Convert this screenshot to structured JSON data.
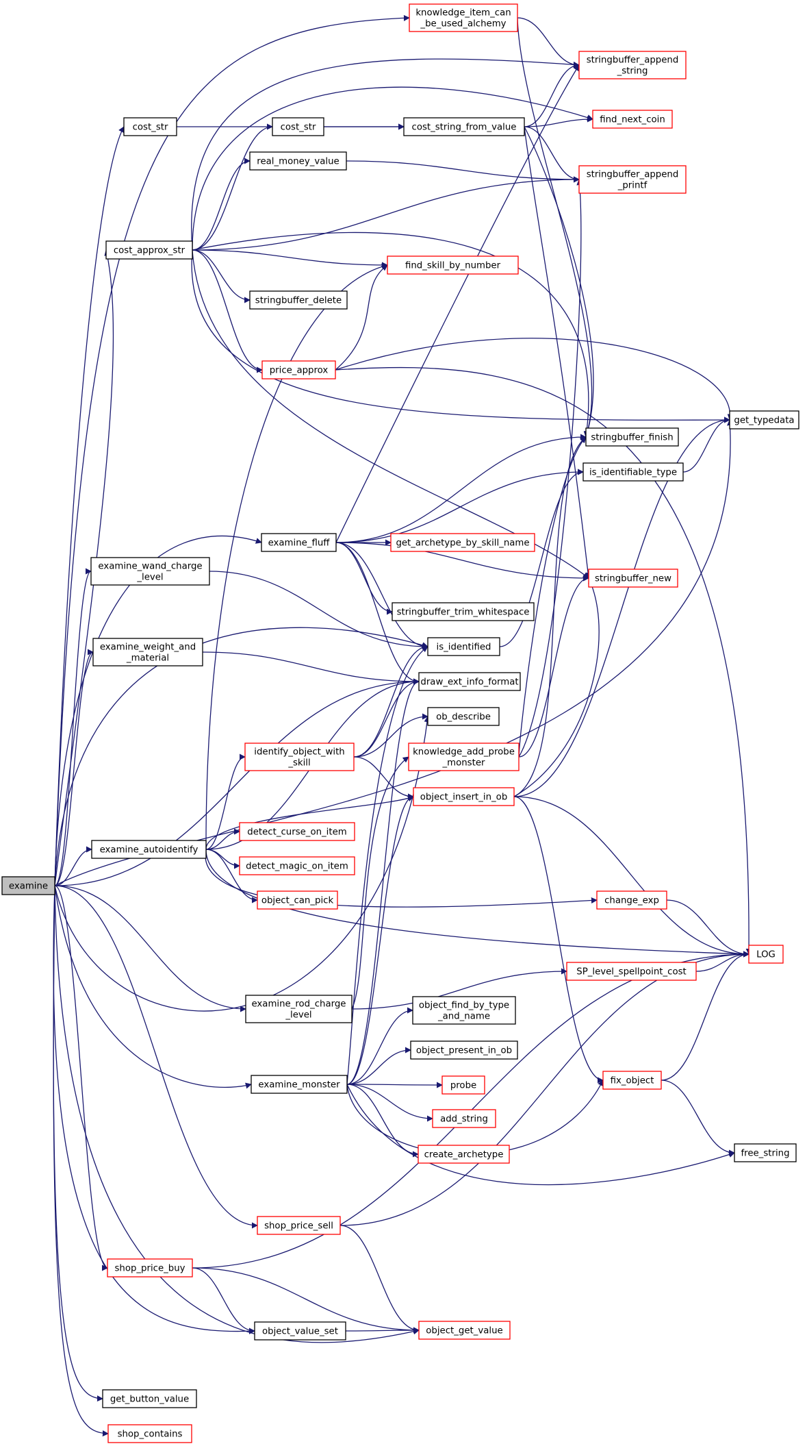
{
  "diagram": {
    "type": "call-graph",
    "nodes": [
      {
        "id": "examine",
        "lines": [
          "examine"
        ],
        "style": "root"
      },
      {
        "id": "knowledge_item",
        "lines": [
          "knowledge_item_can",
          "_be_used_alchemy"
        ],
        "style": "red"
      },
      {
        "id": "sb_append_string",
        "lines": [
          "stringbuffer_append",
          "_string"
        ],
        "style": "red"
      },
      {
        "id": "cost_str1",
        "lines": [
          "cost_str"
        ],
        "style": "black"
      },
      {
        "id": "cost_str2",
        "lines": [
          "cost_str"
        ],
        "style": "black"
      },
      {
        "id": "cost_string_from_value",
        "lines": [
          "cost_string_from_value"
        ],
        "style": "black"
      },
      {
        "id": "find_next_coin",
        "lines": [
          "find_next_coin"
        ],
        "style": "red"
      },
      {
        "id": "real_money_value",
        "lines": [
          "real_money_value"
        ],
        "style": "black"
      },
      {
        "id": "sb_append_printf",
        "lines": [
          "stringbuffer_append",
          "_printf"
        ],
        "style": "red"
      },
      {
        "id": "cost_approx_str",
        "lines": [
          "cost_approx_str"
        ],
        "style": "black"
      },
      {
        "id": "find_skill_by_number",
        "lines": [
          "find_skill_by_number"
        ],
        "style": "red"
      },
      {
        "id": "sb_delete",
        "lines": [
          "stringbuffer_delete"
        ],
        "style": "black"
      },
      {
        "id": "price_approx",
        "lines": [
          "price_approx"
        ],
        "style": "red"
      },
      {
        "id": "get_typedata",
        "lines": [
          "get_typedata"
        ],
        "style": "black"
      },
      {
        "id": "sb_finish",
        "lines": [
          "stringbuffer_finish"
        ],
        "style": "black"
      },
      {
        "id": "is_identifiable_type",
        "lines": [
          "is_identifiable_type"
        ],
        "style": "black"
      },
      {
        "id": "examine_fluff",
        "lines": [
          "examine_fluff"
        ],
        "style": "black"
      },
      {
        "id": "get_arch_by_skill",
        "lines": [
          "get_archetype_by_skill_name"
        ],
        "style": "red"
      },
      {
        "id": "examine_wand",
        "lines": [
          "examine_wand_charge",
          "_level"
        ],
        "style": "black"
      },
      {
        "id": "sb_new",
        "lines": [
          "stringbuffer_new"
        ],
        "style": "red"
      },
      {
        "id": "sb_trim",
        "lines": [
          "stringbuffer_trim_whitespace"
        ],
        "style": "black"
      },
      {
        "id": "is_identified",
        "lines": [
          "is_identified"
        ],
        "style": "black"
      },
      {
        "id": "examine_weight",
        "lines": [
          "examine_weight_and",
          "_material"
        ],
        "style": "black"
      },
      {
        "id": "draw_ext",
        "lines": [
          "draw_ext_info_format"
        ],
        "style": "black"
      },
      {
        "id": "ob_describe",
        "lines": [
          "ob_describe"
        ],
        "style": "black"
      },
      {
        "id": "identify_object",
        "lines": [
          "identify_object_with",
          "_skill"
        ],
        "style": "red"
      },
      {
        "id": "knowledge_add_probe",
        "lines": [
          "knowledge_add_probe",
          "_monster"
        ],
        "style": "red"
      },
      {
        "id": "object_insert_in_ob",
        "lines": [
          "object_insert_in_ob"
        ],
        "style": "red"
      },
      {
        "id": "detect_curse",
        "lines": [
          "detect_curse_on_item"
        ],
        "style": "red"
      },
      {
        "id": "examine_autoidentify",
        "lines": [
          "examine_autoidentify"
        ],
        "style": "black"
      },
      {
        "id": "detect_magic",
        "lines": [
          "detect_magic_on_item"
        ],
        "style": "red"
      },
      {
        "id": "object_can_pick",
        "lines": [
          "object_can_pick"
        ],
        "style": "red"
      },
      {
        "id": "change_exp",
        "lines": [
          "change_exp"
        ],
        "style": "red"
      },
      {
        "id": "LOG",
        "lines": [
          "LOG"
        ],
        "style": "red"
      },
      {
        "id": "sp_level",
        "lines": [
          "SP_level_spellpoint_cost"
        ],
        "style": "red"
      },
      {
        "id": "examine_rod",
        "lines": [
          "examine_rod_charge",
          "_level"
        ],
        "style": "black"
      },
      {
        "id": "object_find_by_type",
        "lines": [
          "object_find_by_type",
          "_and_name"
        ],
        "style": "black"
      },
      {
        "id": "object_present_in_ob",
        "lines": [
          "object_present_in_ob"
        ],
        "style": "black"
      },
      {
        "id": "fix_object",
        "lines": [
          "fix_object"
        ],
        "style": "red"
      },
      {
        "id": "examine_monster",
        "lines": [
          "examine_monster"
        ],
        "style": "black"
      },
      {
        "id": "probe",
        "lines": [
          "probe"
        ],
        "style": "red"
      },
      {
        "id": "add_string",
        "lines": [
          "add_string"
        ],
        "style": "red"
      },
      {
        "id": "free_string",
        "lines": [
          "free_string"
        ],
        "style": "black"
      },
      {
        "id": "create_archetype",
        "lines": [
          "create_archetype"
        ],
        "style": "red"
      },
      {
        "id": "shop_price_sell",
        "lines": [
          "shop_price_sell"
        ],
        "style": "red"
      },
      {
        "id": "shop_price_buy",
        "lines": [
          "shop_price_buy"
        ],
        "style": "red"
      },
      {
        "id": "object_value_set",
        "lines": [
          "object_value_set"
        ],
        "style": "black"
      },
      {
        "id": "object_get_value",
        "lines": [
          "object_get_value"
        ],
        "style": "red"
      },
      {
        "id": "get_button_value",
        "lines": [
          "get_button_value"
        ],
        "style": "black"
      },
      {
        "id": "shop_contains",
        "lines": [
          "shop_contains"
        ],
        "style": "red"
      }
    ],
    "edges": [
      [
        "examine",
        "knowledge_item"
      ],
      [
        "examine",
        "cost_str1"
      ],
      [
        "examine",
        "cost_approx_str"
      ],
      [
        "examine",
        "examine_fluff"
      ],
      [
        "examine",
        "examine_wand"
      ],
      [
        "examine",
        "is_identified"
      ],
      [
        "examine",
        "examine_weight"
      ],
      [
        "examine",
        "draw_ext"
      ],
      [
        "examine",
        "examine_autoidentify"
      ],
      [
        "examine",
        "get_typedata"
      ],
      [
        "examine",
        "examine_rod"
      ],
      [
        "examine",
        "ob_describe"
      ],
      [
        "examine",
        "examine_monster"
      ],
      [
        "examine",
        "shop_price_sell"
      ],
      [
        "examine",
        "shop_price_buy"
      ],
      [
        "examine",
        "object_value_set"
      ],
      [
        "examine",
        "object_get_value"
      ],
      [
        "examine",
        "get_button_value"
      ],
      [
        "examine",
        "shop_contains"
      ],
      [
        "knowledge_item",
        "sb_append_string"
      ],
      [
        "knowledge_item",
        "sb_finish"
      ],
      [
        "cost_str1",
        "cost_string_from_value"
      ],
      [
        "cost_str2",
        "cost_string_from_value"
      ],
      [
        "cost_string_from_value",
        "sb_append_string"
      ],
      [
        "cost_string_from_value",
        "find_next_coin"
      ],
      [
        "cost_string_from_value",
        "sb_append_printf"
      ],
      [
        "cost_string_from_value",
        "sb_finish"
      ],
      [
        "cost_string_from_value",
        "sb_new"
      ],
      [
        "real_money_value",
        "sb_append_printf"
      ],
      [
        "cost_approx_str",
        "sb_append_string"
      ],
      [
        "cost_approx_str",
        "cost_str2"
      ],
      [
        "cost_approx_str",
        "find_next_coin"
      ],
      [
        "cost_approx_str",
        "real_money_value"
      ],
      [
        "cost_approx_str",
        "sb_append_printf"
      ],
      [
        "cost_approx_str",
        "sb_finish"
      ],
      [
        "cost_approx_str",
        "find_skill_by_number"
      ],
      [
        "cost_approx_str",
        "sb_delete"
      ],
      [
        "cost_approx_str",
        "price_approx"
      ],
      [
        "cost_approx_str",
        "get_typedata"
      ],
      [
        "cost_approx_str",
        "sb_new"
      ],
      [
        "price_approx",
        "find_skill_by_number"
      ],
      [
        "price_approx",
        "get_typedata"
      ],
      [
        "price_approx",
        "LOG"
      ],
      [
        "is_identifiable_type",
        "get_typedata"
      ],
      [
        "examine_fluff",
        "sb_append_string"
      ],
      [
        "examine_fluff",
        "sb_finish"
      ],
      [
        "examine_fluff",
        "is_identifiable_type"
      ],
      [
        "examine_fluff",
        "get_arch_by_skill"
      ],
      [
        "examine_fluff",
        "sb_new"
      ],
      [
        "examine_fluff",
        "sb_trim"
      ],
      [
        "examine_fluff",
        "is_identified"
      ],
      [
        "examine_fluff",
        "draw_ext"
      ],
      [
        "examine_wand",
        "is_identified"
      ],
      [
        "is_identified",
        "is_identifiable_type"
      ],
      [
        "examine_weight",
        "draw_ext"
      ],
      [
        "identify_object",
        "is_identified"
      ],
      [
        "identify_object",
        "draw_ext"
      ],
      [
        "identify_object",
        "ob_describe"
      ],
      [
        "identify_object",
        "object_insert_in_ob"
      ],
      [
        "knowledge_add_probe",
        "sb_append_printf"
      ],
      [
        "knowledge_add_probe",
        "sb_finish"
      ],
      [
        "knowledge_add_probe",
        "sb_new"
      ],
      [
        "object_insert_in_ob",
        "sb_finish"
      ],
      [
        "object_insert_in_ob",
        "sb_new"
      ],
      [
        "object_insert_in_ob",
        "get_typedata"
      ],
      [
        "object_insert_in_ob",
        "LOG"
      ],
      [
        "object_insert_in_ob",
        "fix_object"
      ],
      [
        "examine_autoidentify",
        "find_skill_by_number"
      ],
      [
        "examine_autoidentify",
        "draw_ext"
      ],
      [
        "examine_autoidentify",
        "identify_object"
      ],
      [
        "examine_autoidentify",
        "detect_curse"
      ],
      [
        "examine_autoidentify",
        "detect_magic"
      ],
      [
        "examine_autoidentify",
        "object_can_pick"
      ],
      [
        "examine_autoidentify",
        "change_exp"
      ],
      [
        "examine_autoidentify",
        "LOG"
      ],
      [
        "examine_autoidentify",
        "object_insert_in_ob"
      ],
      [
        "change_exp",
        "LOG"
      ],
      [
        "sp_level",
        "LOG"
      ],
      [
        "examine_rod",
        "sp_level"
      ],
      [
        "examine_rod",
        "knowledge_add_probe"
      ],
      [
        "fix_object",
        "LOG"
      ],
      [
        "fix_object",
        "free_string"
      ],
      [
        "examine_monster",
        "is_identified"
      ],
      [
        "examine_monster",
        "draw_ext"
      ],
      [
        "examine_monster",
        "object_insert_in_ob"
      ],
      [
        "examine_monster",
        "object_find_by_type"
      ],
      [
        "examine_monster",
        "object_present_in_ob"
      ],
      [
        "examine_monster",
        "probe"
      ],
      [
        "examine_monster",
        "add_string"
      ],
      [
        "examine_monster",
        "create_archetype"
      ],
      [
        "examine_monster",
        "fix_object"
      ],
      [
        "examine_monster",
        "free_string"
      ],
      [
        "shop_price_sell",
        "LOG"
      ],
      [
        "shop_price_sell",
        "object_get_value"
      ],
      [
        "shop_price_buy",
        "LOG"
      ],
      [
        "shop_price_buy",
        "object_value_set"
      ],
      [
        "shop_price_buy",
        "object_get_value"
      ],
      [
        "object_value_set",
        "object_get_value"
      ]
    ]
  }
}
